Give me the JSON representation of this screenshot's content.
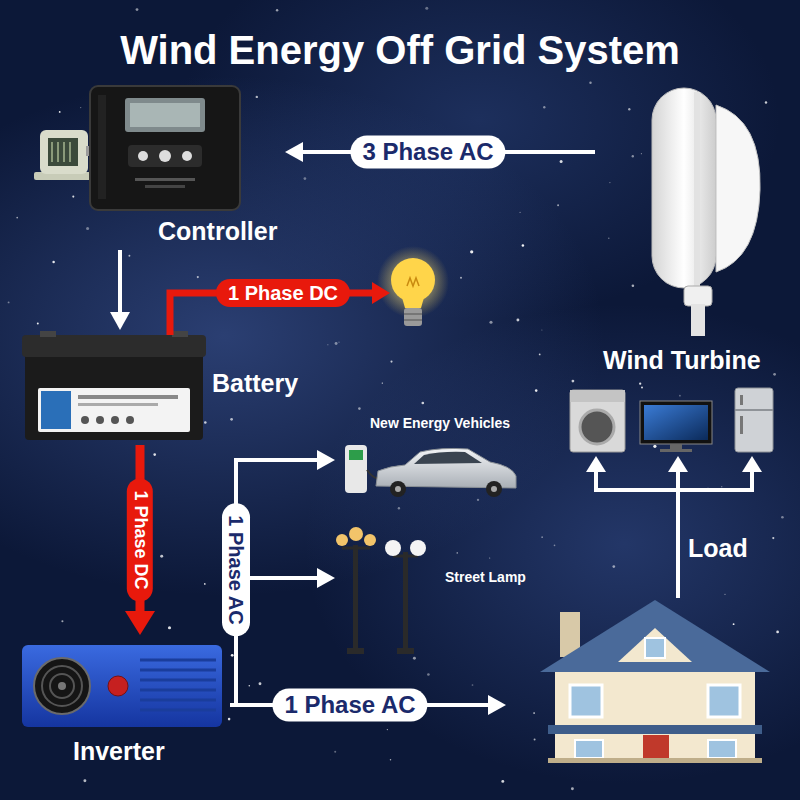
{
  "diagram": {
    "title": "Wind Energy Off Grid System",
    "nodes": [
      {
        "text": [
          "Controller"
        ]
      },
      {
        "text": [
          "Wind Turbine"
        ]
      },
      {
        "text": [
          "Battery"
        ]
      },
      {
        "text": [
          "New Energy Vehicles"
        ]
      },
      {
        "text": [
          "Street Lamp"
        ]
      },
      {
        "text": [
          "Inverter"
        ]
      }
    ],
    "edges": [
      {
        "from": 1,
        "to": 0,
        "label": "3 Phase AC",
        "arrow": "to"
      },
      {
        "from": 0,
        "to": 2,
        "arrow": "to"
      },
      {
        "from": 2,
        "to": 5,
        "label": "1 Phase DC",
        "arrow": "to"
      },
      {
        "from": 5,
        "to": 3,
        "label": "1 Phase AC",
        "arrow": "to"
      },
      {
        "from": 5,
        "to": 4,
        "arrow": "to"
      }
    ],
    "labels": [
      "1 Phase DC",
      "1 Phase AC",
      "Load"
    ]
  }
}
